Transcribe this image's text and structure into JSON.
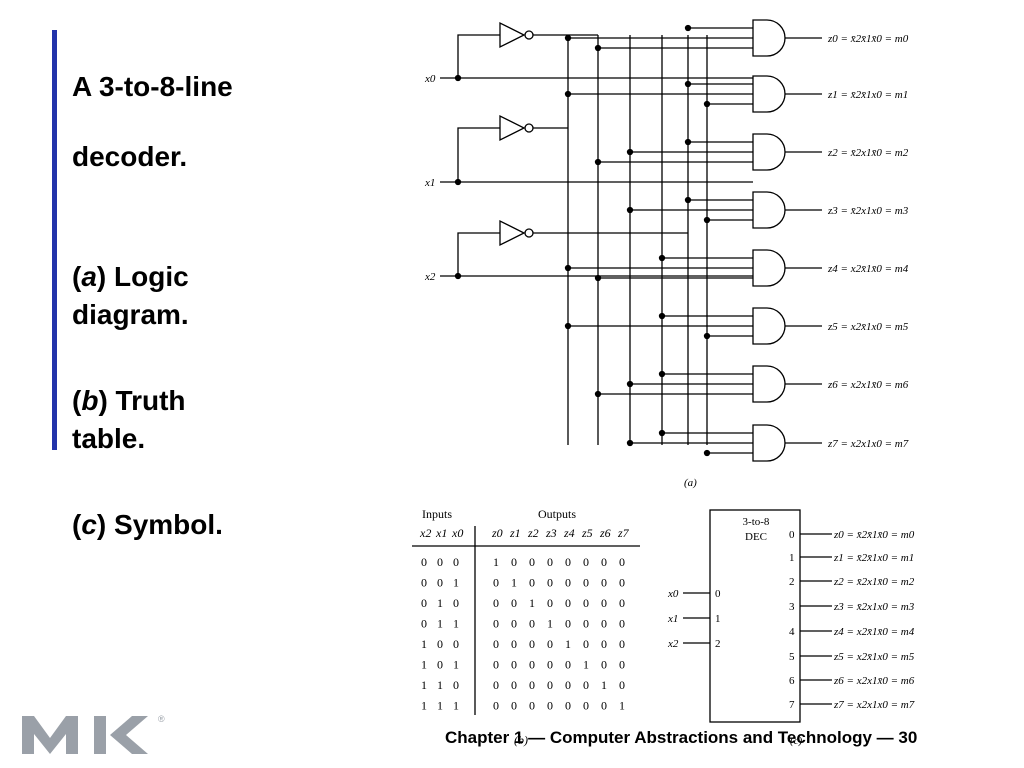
{
  "caption": {
    "title_line1": "A 3-to-8-line",
    "title_line2": "decoder.",
    "part_a_letter": "a",
    "part_a_text": "Logic",
    "part_a_text2": "diagram.",
    "part_b_letter": "b",
    "part_b_text": "Truth",
    "part_b_text2": "table.",
    "part_c_letter": "c",
    "part_c_text": "Symbol."
  },
  "logic_diagram": {
    "inputs": [
      "x0",
      "x1",
      "x2"
    ],
    "outputs": [
      "z0 = x̄2x̄1x̄0 = m0",
      "z1 = x̄2x̄1x0 = m1",
      "z2 = x̄2x1x̄0 = m2",
      "z3 = x̄2x1x0 = m3",
      "z4 = x2x̄1x̄0 = m4",
      "z5 = x2x̄1x0 = m5",
      "z6 = x2x1x̄0 = m6",
      "z7 = x2x1x0 = m7"
    ],
    "label": "(a)"
  },
  "truth_table": {
    "inputs_header": "Inputs",
    "outputs_header": "Outputs",
    "input_cols": [
      "x2",
      "x1",
      "x0"
    ],
    "output_cols": [
      "z0",
      "z1",
      "z2",
      "z3",
      "z4",
      "z5",
      "z6",
      "z7"
    ],
    "rows": [
      [
        "0",
        "0",
        "0",
        "1",
        "0",
        "0",
        "0",
        "0",
        "0",
        "0",
        "0"
      ],
      [
        "0",
        "0",
        "1",
        "0",
        "1",
        "0",
        "0",
        "0",
        "0",
        "0",
        "0"
      ],
      [
        "0",
        "1",
        "0",
        "0",
        "0",
        "1",
        "0",
        "0",
        "0",
        "0",
        "0"
      ],
      [
        "0",
        "1",
        "1",
        "0",
        "0",
        "0",
        "1",
        "0",
        "0",
        "0",
        "0"
      ],
      [
        "1",
        "0",
        "0",
        "0",
        "0",
        "0",
        "0",
        "1",
        "0",
        "0",
        "0"
      ],
      [
        "1",
        "0",
        "1",
        "0",
        "0",
        "0",
        "0",
        "0",
        "1",
        "0",
        "0"
      ],
      [
        "1",
        "1",
        "0",
        "0",
        "0",
        "0",
        "0",
        "0",
        "0",
        "1",
        "0"
      ],
      [
        "1",
        "1",
        "1",
        "0",
        "0",
        "0",
        "0",
        "0",
        "0",
        "0",
        "1"
      ]
    ],
    "label": "(b)"
  },
  "symbol": {
    "title": "3-to-8",
    "subtitle": "DEC",
    "input_pins": [
      "0",
      "1",
      "2"
    ],
    "input_names": [
      "x0",
      "x1",
      "x2"
    ],
    "output_pins": [
      "0",
      "1",
      "2",
      "3",
      "4",
      "5",
      "6",
      "7"
    ],
    "outputs": [
      "z0 = x̄2x̄1x̄0 = m0",
      "z1 = x̄2x̄1x0 = m1",
      "z2 = x̄2x1x̄0 = m2",
      "z3 = x̄2x1x0 = m3",
      "z4 = x2x̄1x̄0 = m4",
      "z5 = x2x̄1x0 = m5",
      "z6 = x2x1x̄0 = m6",
      "z7 = x2x1x0 = m7"
    ],
    "label": "(c)"
  },
  "footer": {
    "text": "Chapter 1 — Computer Abstractions and Technology — 30"
  },
  "colors": {
    "accent_bar": "#2233aa",
    "text": "#000000"
  },
  "logo": {
    "name": "mk-logo"
  }
}
